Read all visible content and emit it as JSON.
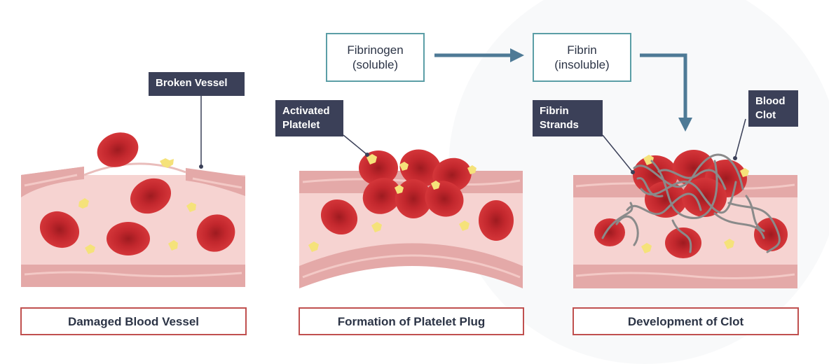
{
  "flow": {
    "fibrinogen": {
      "line1": "Fibrinogen",
      "line2": "(soluble)"
    },
    "fibrin": {
      "line1": "Fibrin",
      "line2": "(insoluble)"
    }
  },
  "labels": {
    "broken_vessel": "Broken Vessel",
    "activated_platelet": {
      "line1": "Activated",
      "line2": "Platelet"
    },
    "fibrin_strands": {
      "line1": "Fibrin",
      "line2": "Strands"
    },
    "blood_clot": {
      "line1": "Blood",
      "line2": "Clot"
    }
  },
  "captions": {
    "panel1": "Damaged Blood Vessel",
    "panel2": "Formation of Platelet Plug",
    "panel3": "Development of Clot"
  },
  "colors": {
    "vessel_wall": "#e4a9a8",
    "vessel_inner": "#f6d3d1",
    "red_cell": "#c2272d",
    "platelet": "#f5e27a",
    "arrow": "#4e7a96",
    "label_bg": "#3b4058",
    "flow_border": "#5b9ea6",
    "caption_border": "#c0504f"
  }
}
